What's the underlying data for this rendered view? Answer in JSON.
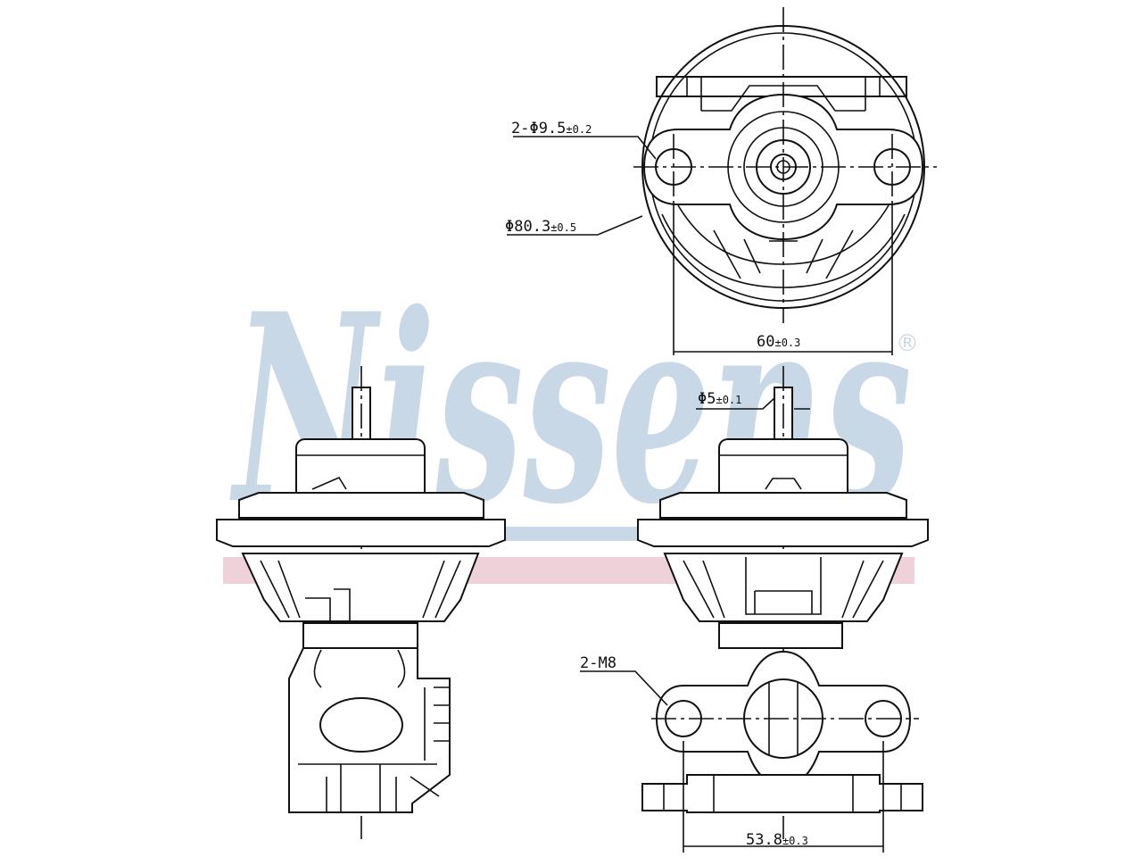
{
  "watermark": {
    "brand": "Nissens",
    "registered_mark": "®",
    "brand_color": "#c8d8e6",
    "stripe_blue": "#c8d8e6",
    "stripe_pink": "#ecc9d2"
  },
  "dimensions": {
    "holes_top": {
      "prefix": "2-Φ9.5",
      "tol": "±0.2"
    },
    "outer_diameter": {
      "prefix": "Φ80.3",
      "tol": "±0.5"
    },
    "width_top": {
      "prefix": "60",
      "tol": "±0.3"
    },
    "pin_diameter": {
      "prefix": "Φ5",
      "tol": "±0.1"
    },
    "thread": {
      "prefix": "2-M8",
      "tol": ""
    },
    "flange_spacing": {
      "prefix": "53.8",
      "tol": "±0.3"
    }
  }
}
